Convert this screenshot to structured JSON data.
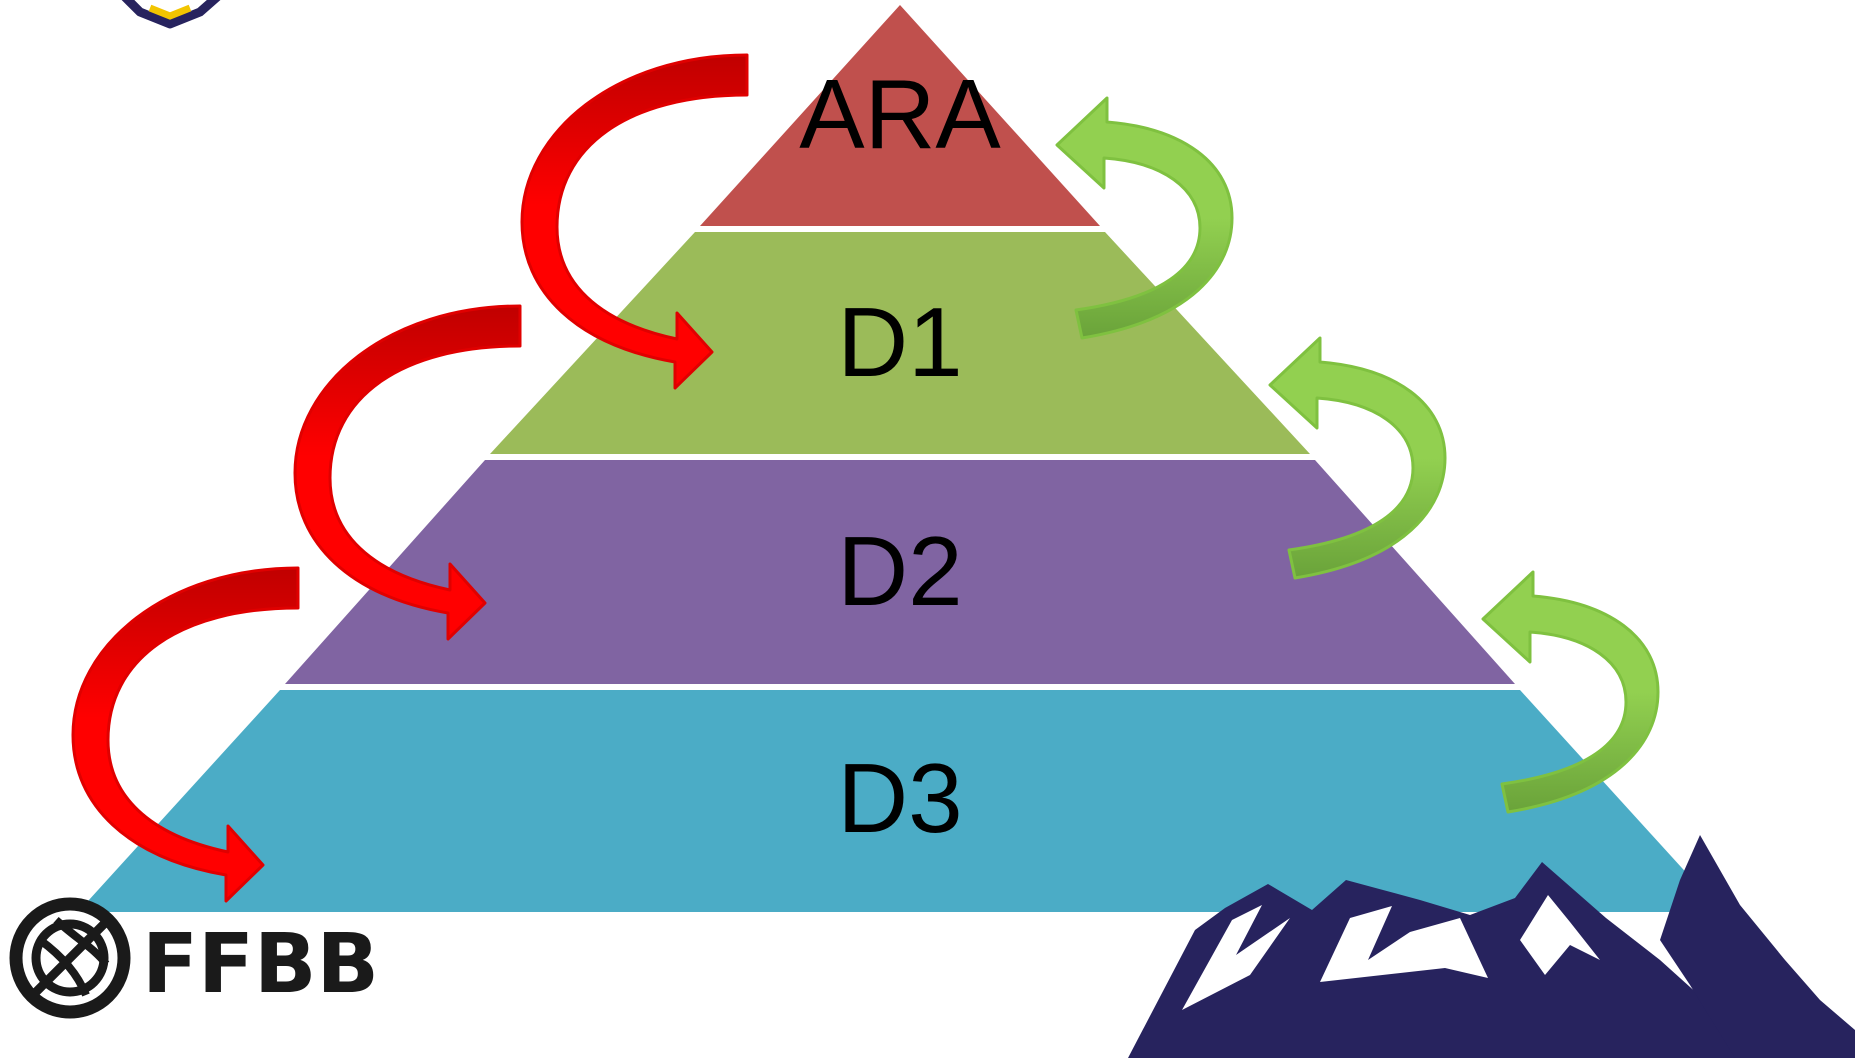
{
  "diagram": {
    "type": "pyramid",
    "tiers": [
      {
        "label": "ARA",
        "color": "#c0504d"
      },
      {
        "label": "D1",
        "color": "#9bbb59"
      },
      {
        "label": "D2",
        "color": "#8064a2"
      },
      {
        "label": "D3",
        "color": "#4bacc6"
      }
    ],
    "left_arrows": {
      "color": "#ff0000",
      "shade": "#c00000",
      "meaning": "relegation",
      "count": 3
    },
    "right_arrows": {
      "color": "#92d050",
      "shade": "#6aa33a",
      "meaning": "promotion",
      "count": 3
    }
  },
  "branding": {
    "ffbb_logo_text": "FFBB",
    "ball_icon": "basketball-icon",
    "mountain_logo_color": "#27235e",
    "emblem_color": "#27235e"
  }
}
